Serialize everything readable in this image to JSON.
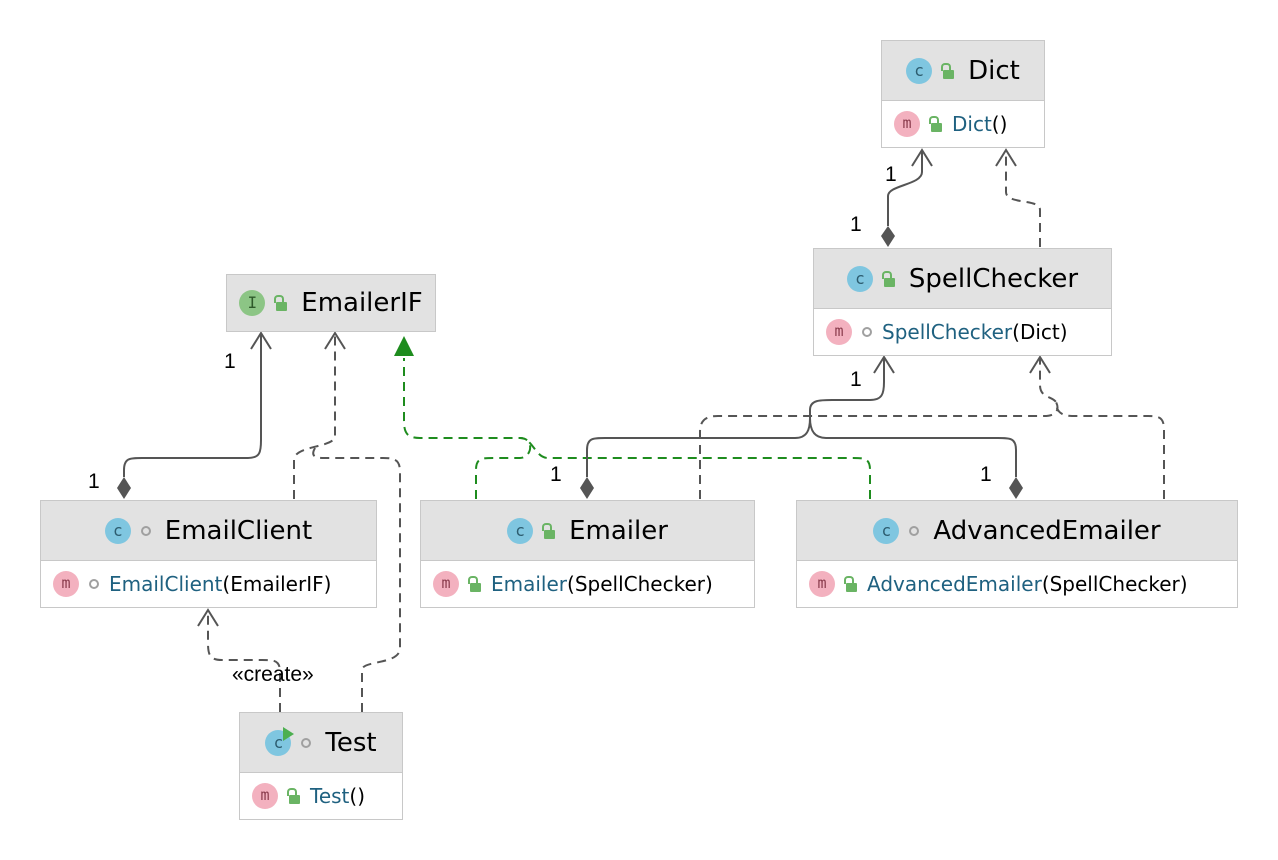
{
  "nodes": {
    "dict": {
      "kind": "class",
      "badge": "c",
      "visibility": "public",
      "name": "Dict",
      "member": {
        "name": "Dict",
        "params": "()"
      }
    },
    "spell_checker": {
      "kind": "class",
      "badge": "c",
      "visibility": "public",
      "name": "SpellChecker",
      "member": {
        "name": "SpellChecker",
        "params": "(Dict)",
        "visibility": "package"
      }
    },
    "emailer_if": {
      "kind": "interface",
      "badge": "I",
      "visibility": "public",
      "name": "EmailerIF"
    },
    "email_client": {
      "kind": "class",
      "badge": "c",
      "visibility": "package",
      "name": "EmailClient",
      "member": {
        "name": "EmailClient",
        "params": "(EmailerIF)",
        "visibility": "package"
      }
    },
    "emailer": {
      "kind": "class",
      "badge": "c",
      "visibility": "public",
      "name": "Emailer",
      "member": {
        "name": "Emailer",
        "params": "(SpellChecker)",
        "visibility": "public"
      }
    },
    "advanced_emailer": {
      "kind": "class",
      "badge": "c",
      "visibility": "package",
      "name": "AdvancedEmailer",
      "member": {
        "name": "AdvancedEmailer",
        "params": "(SpellChecker)",
        "visibility": "public"
      }
    },
    "test": {
      "kind": "class",
      "badge": "c",
      "runnable": true,
      "visibility": "package",
      "name": "Test",
      "member": {
        "name": "Test",
        "params": "()",
        "visibility": "public"
      }
    }
  },
  "method_badge": "m",
  "edges": [
    {
      "from": "spell_checker",
      "to": "dict",
      "type": "composition",
      "multiplicity_source": "1",
      "multiplicity_target": "1"
    },
    {
      "from": "spell_checker",
      "to": "dict",
      "type": "dependency"
    },
    {
      "from": "email_client",
      "to": "emailer_if",
      "type": "composition",
      "multiplicity_source": "1",
      "multiplicity_target": "1"
    },
    {
      "from": "email_client",
      "to": "emailer_if",
      "type": "dependency"
    },
    {
      "from": "test",
      "to": "emailer_if",
      "type": "dependency"
    },
    {
      "from": "emailer",
      "to": "emailer_if",
      "type": "realization"
    },
    {
      "from": "advanced_emailer",
      "to": "emailer_if",
      "type": "realization"
    },
    {
      "from": "emailer",
      "to": "spell_checker",
      "type": "composition",
      "multiplicity_source": "1",
      "multiplicity_target": "1"
    },
    {
      "from": "advanced_emailer",
      "to": "spell_checker",
      "type": "composition",
      "multiplicity_source": "1"
    },
    {
      "from": "emailer",
      "to": "spell_checker",
      "type": "dependency"
    },
    {
      "from": "advanced_emailer",
      "to": "spell_checker",
      "type": "dependency"
    },
    {
      "from": "test",
      "to": "email_client",
      "type": "dependency",
      "stereotype": "«create»"
    }
  ],
  "colors": {
    "header_bg": "#e2e2e2",
    "border": "#c8c8c8",
    "edge": "#555555",
    "realization": "#1e8c1e",
    "member_name": "#1f6180",
    "class_badge": "#7fc6e0",
    "interface_badge": "#8cc585",
    "method_badge": "#f3b1bf",
    "public_lock": "#6ab464"
  }
}
